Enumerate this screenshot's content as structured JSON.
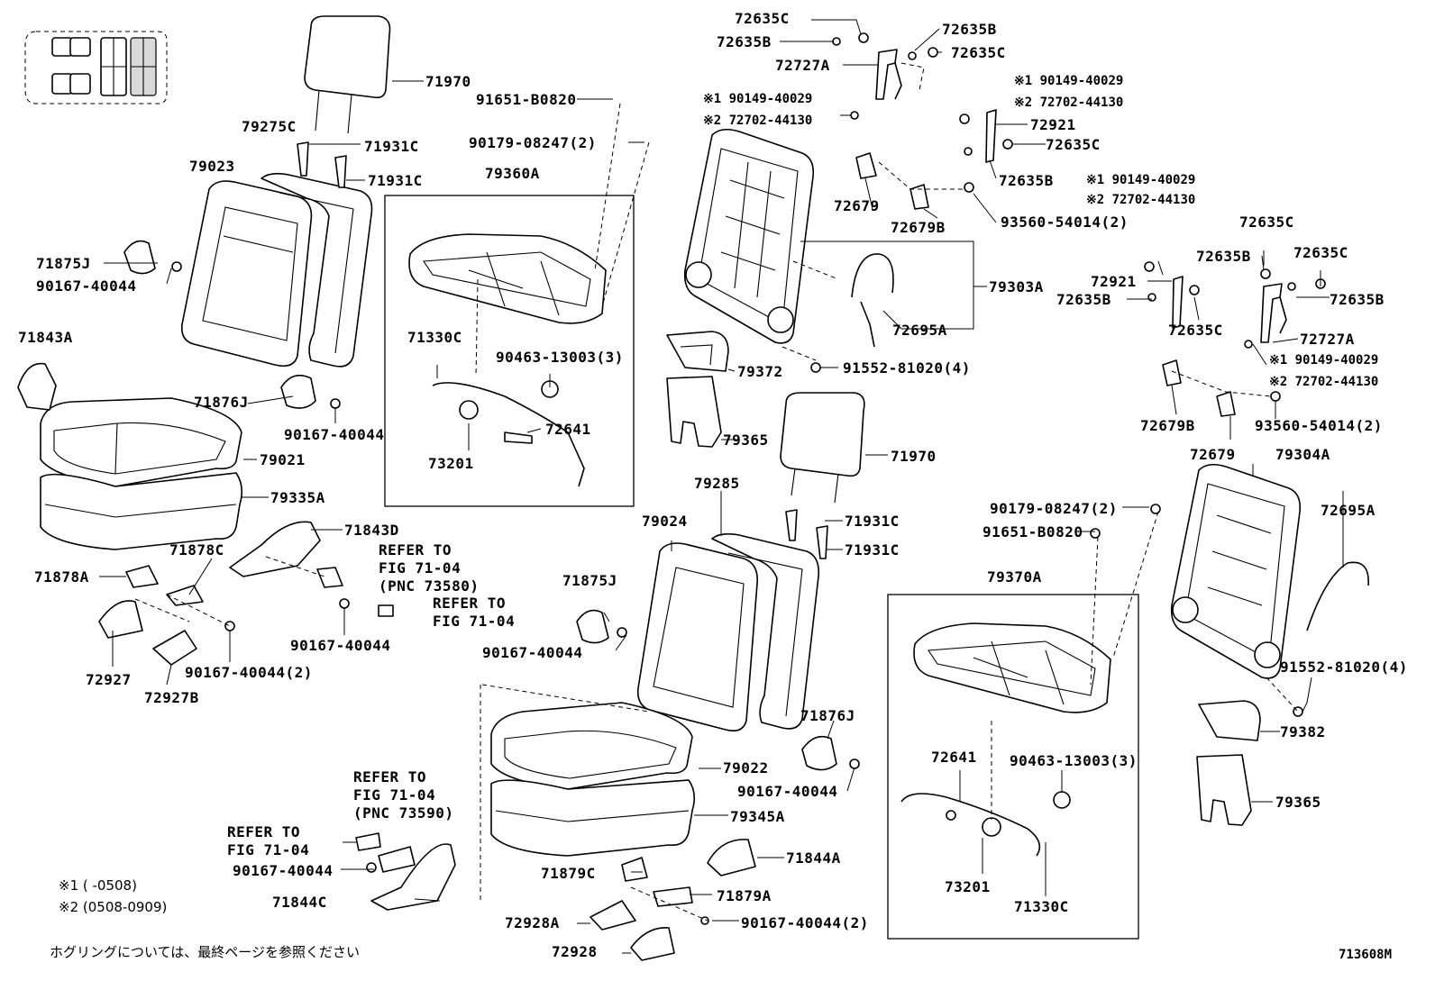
{
  "diagram_id": "713608M",
  "labels": {
    "p71970_a": "71970",
    "p79275c": "79275C",
    "p71931c_a": "71931C",
    "p71931c_b": "71931C",
    "p79023": "79023",
    "p71875j_a": "71875J",
    "p90167_a": "90167-40044",
    "p71843a": "71843A",
    "p71876j_a": "71876J",
    "p90167_b": "90167-40044",
    "p79021": "79021",
    "p79335a": "79335A",
    "p71843d": "71843D",
    "p71878c": "71878C",
    "p71878a": "71878A",
    "p72927": "72927",
    "p72927b": "72927B",
    "p90167_c": "90167-40044",
    "p90167_d": "90167-40044(2)",
    "refer1_a": "REFER TO",
    "refer1_b": "FIG 71-04",
    "refer1_c": "(PNC 73580)",
    "refer2_a": "REFER TO",
    "refer2_b": "FIG 71-04",
    "p91651_a": "91651-B0820",
    "p90179_a": "90179-08247(2)",
    "p79360a": "79360A",
    "p71330c_a": "71330C",
    "p90463_a": "90463-13003(3)",
    "p72641_a": "72641",
    "p73201_a": "73201",
    "p72635c_1": "72635C",
    "p72635b_1": "72635B",
    "p72635b_2": "72635B",
    "p72635c_2": "72635C",
    "p72727a_1": "72727A",
    "n1_1": "※1 90149-40029",
    "n2_1": "※2 72702-44130",
    "n1_2": "※1 90149-40029",
    "n2_2": "※2 72702-44130",
    "p72921_1": "72921",
    "p72635c_3": "72635C",
    "p72635b_3": "72635B",
    "p72679_1": "72679",
    "p72679b_1": "72679B",
    "p93560_1": "93560-54014(2)",
    "n1_3": "※1 90149-40029",
    "n2_3": "※2 72702-44130",
    "p79303a": "79303A",
    "p72695a_1": "72695A",
    "p91552_1": "91552-81020(4)",
    "p79372": "79372",
    "p79365_1": "79365",
    "p71970_b": "71970",
    "p71931c_c": "71931C",
    "p71931c_d": "71931C",
    "p79285": "79285",
    "p79024": "79024",
    "p71875j_b": "71875J",
    "p90167_e": "90167-40044",
    "p71876j_b": "71876J",
    "p90167_f": "90167-40044",
    "p79022": "79022",
    "p79345a": "79345A",
    "refer3_a": "REFER TO",
    "refer3_b": "FIG 71-04",
    "refer3_c": "(PNC 73590)",
    "refer4_a": "REFER TO",
    "refer4_b": "FIG 71-04",
    "p90167_g": "90167-40044",
    "p71844c": "71844C",
    "p71879c": "71879C",
    "p71844a": "71844A",
    "p71879a": "71879A",
    "p72928a": "72928A",
    "p72928": "72928",
    "p90167_h": "90167-40044(2)",
    "p72635c_4": "72635C",
    "p72635c_5": "72635C",
    "p72635b_4": "72635B",
    "p72921_2": "72921",
    "p72635b_5": "72635B",
    "p72635b_6": "72635B",
    "p72635c_6": "72635C",
    "p72727a_2": "72727A",
    "n1_4": "※1 90149-40029",
    "n2_4": "※2 72702-44130",
    "p72679b_2": "72679B",
    "p93560_2": "93560-54014(2)",
    "p72679_2": "72679",
    "p79304a": "79304A",
    "p72695a_2": "72695A",
    "p91552_2": "91552-81020(4)",
    "p79382": "79382",
    "p79365_2": "79365",
    "p90179_b": "90179-08247(2)",
    "p91651_b": "91651-B0820",
    "p79370a": "79370A",
    "p72641_b": "72641",
    "p90463_b": "90463-13003(3)",
    "p73201_b": "73201",
    "p71330c_b": "71330C"
  },
  "footnotes": {
    "note1": "※1 (     -0508)",
    "note2": "※2 (0508-0909)",
    "japanese": "ホグリングについては、最終ページを参照ください"
  }
}
